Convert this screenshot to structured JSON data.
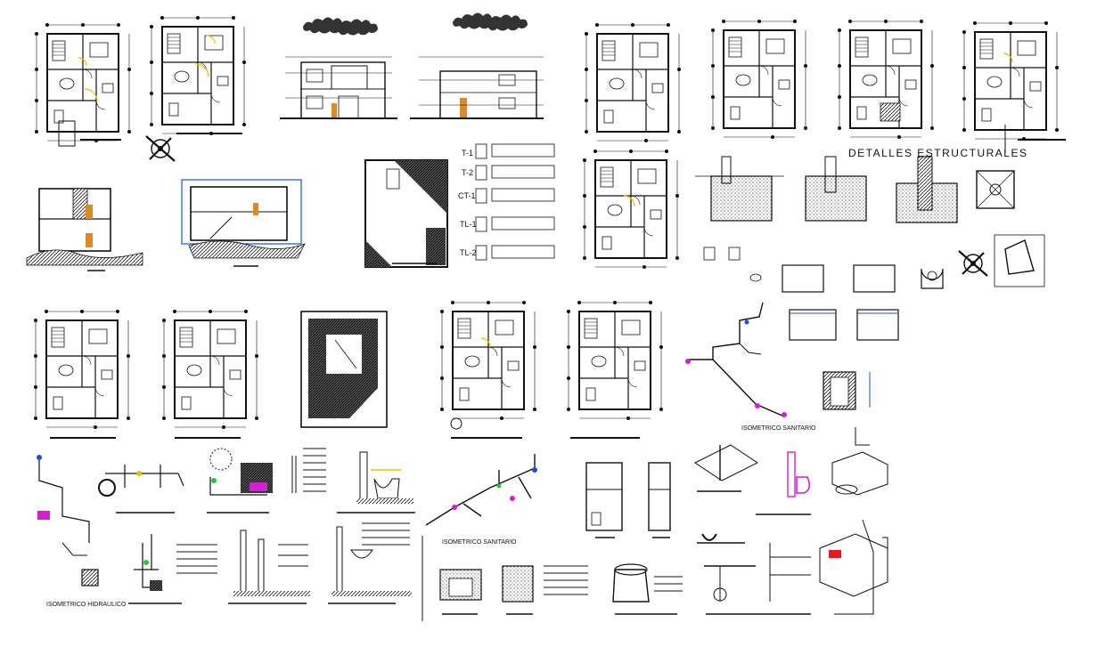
{
  "sheet": {
    "heading": "DETALLES ESTRUCTURALES",
    "section_tags": [
      "T-1",
      "T-2",
      "CT-1",
      "TL-1",
      "TL-2"
    ],
    "captions": {
      "isometric_sanitary_top": "ISOMETRICO SANITARIO",
      "isometric_sanitary_bottom": "ISOMETRICO SANITARIO",
      "isometric_hydraulic": "ISOMETRICO HIDRAULICO"
    },
    "colors": {
      "ink": "#111111",
      "dimension_blue": "#1a4fd6",
      "fixture_magenta": "#d21fd2",
      "accent_yellow": "#e8c000",
      "door_orange": "#d98a2b",
      "valve_red": "#e21b1b",
      "hatch_gray": "#7a7a7a"
    }
  }
}
